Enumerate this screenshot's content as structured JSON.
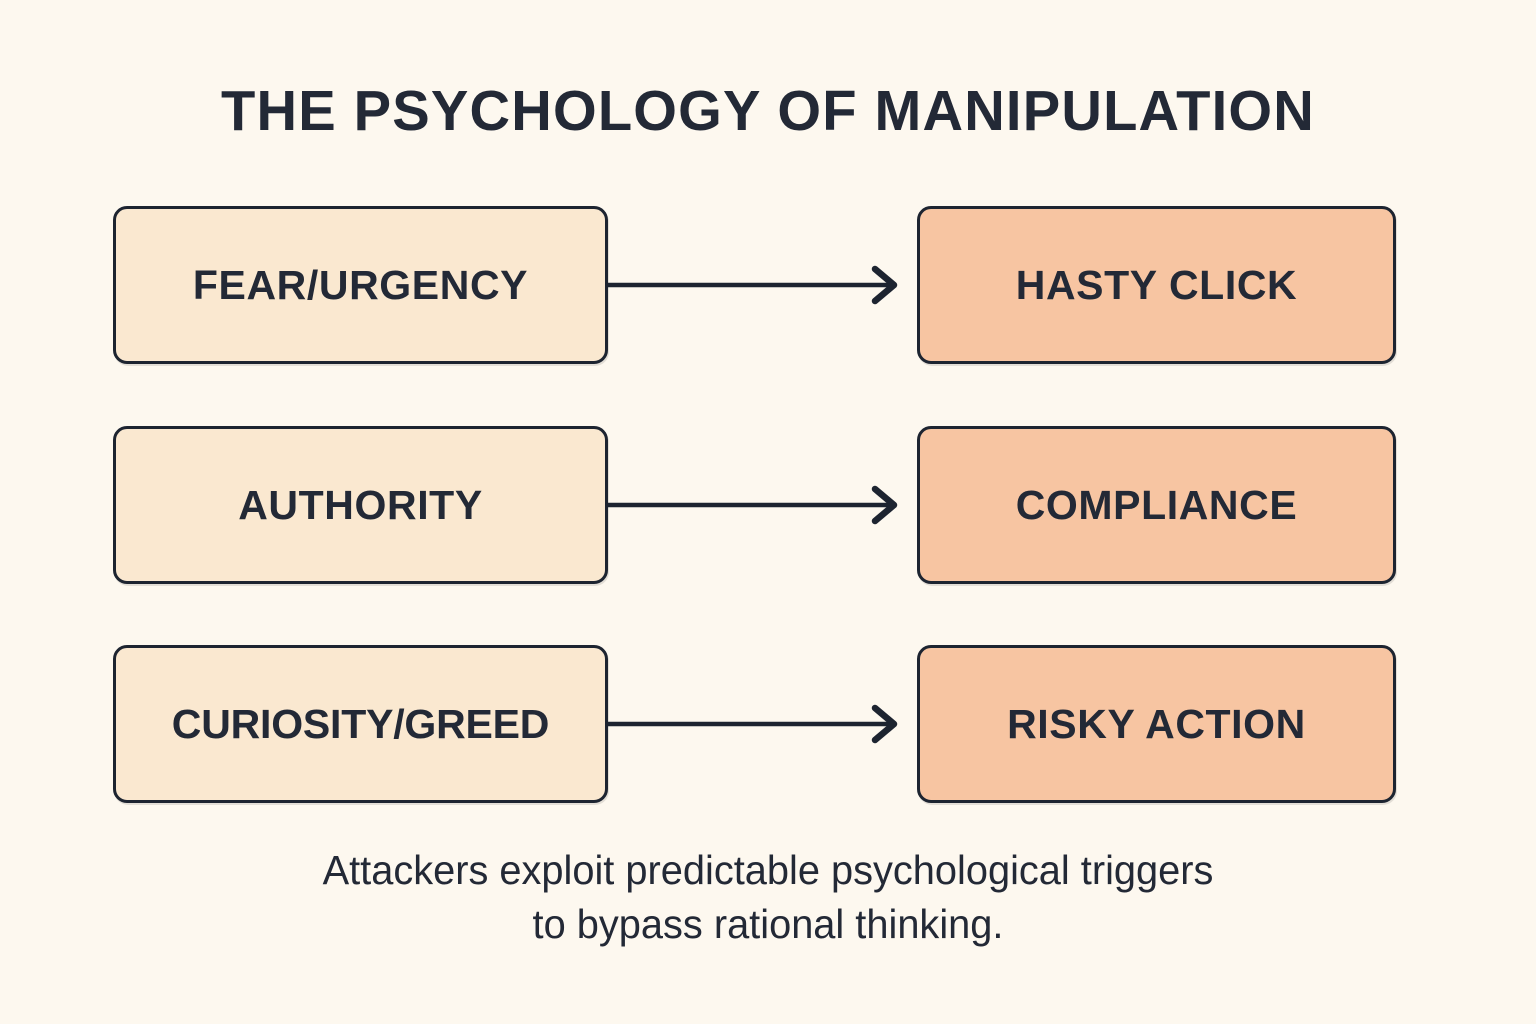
{
  "page": {
    "title": "THE PSYCHOLOGY OF MANIPULATION",
    "background_color": "#FDF8EF",
    "text_color": "#232936"
  },
  "colors": {
    "background": "#FDF8EF",
    "trigger_fill": "#FAE8D0",
    "outcome_fill": "#F7C5A2",
    "border": "#1D2430",
    "arrow": "#1D2430",
    "text": "#232936"
  },
  "diagram": {
    "type": "flow-mapping",
    "rows": [
      {
        "trigger": "FEAR/URGENCY",
        "outcome": "HASTY CLICK",
        "connector": "arrow-right"
      },
      {
        "trigger": "AUTHORITY",
        "outcome": "COMPLIANCE",
        "connector": "arrow-right"
      },
      {
        "trigger": "CURIOSITY/GREED",
        "outcome": "RISKY ACTION",
        "connector": "arrow-right"
      }
    ]
  },
  "caption": {
    "line1": "Attackers exploit predictable psychological triggers",
    "line2": "to bypass rational thinking."
  }
}
